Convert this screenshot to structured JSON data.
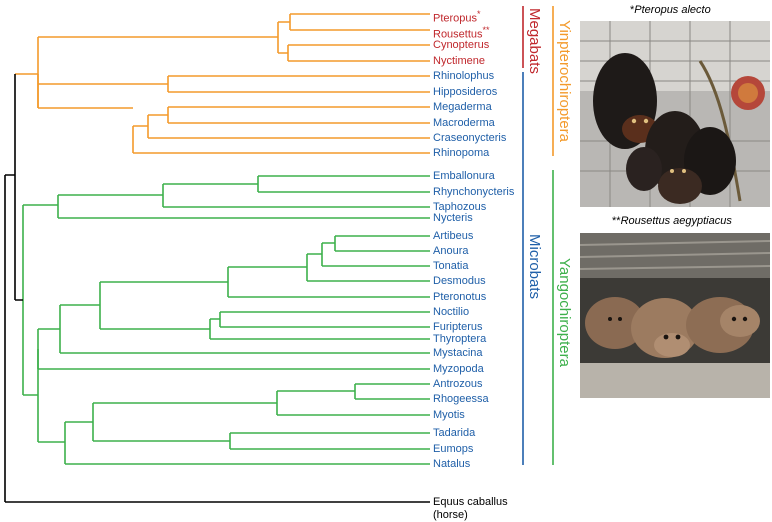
{
  "colors": {
    "megabat_text": "#c0282d",
    "microbat_text": "#1f5fa8",
    "yinpterochiroptera": "#f39a2b",
    "yangochiroptera": "#3db04b",
    "outgroup": "#000000"
  },
  "taxa": {
    "pteropus": "Pteropus",
    "pteropus_mark": "*",
    "rousettus": "Rousettus",
    "rousettus_mark": "**",
    "cynopterus": "Cynopterus",
    "nyctimene": "Nyctimene",
    "rhinolophus": "Rhinolophus",
    "hipposideros": "Hipposideros",
    "megaderma": "Megaderma",
    "macroderma": "Macroderma",
    "craseonycteris": "Craseonycteris",
    "rhinopoma": "Rhinopoma",
    "emballonura": "Emballonura",
    "rhynchonycteris": "Rhynchonycteris",
    "taphozous": "Taphozous",
    "nycteris": "Nycteris",
    "artibeus": "Artibeus",
    "anoura": "Anoura",
    "tonatia": "Tonatia",
    "desmodus": "Desmodus",
    "pteronotus": "Pteronotus",
    "noctilio": "Noctilio",
    "furipterus": "Furipterus",
    "thyroptera": "Thyroptera",
    "mystacina": "Mystacina",
    "myzopoda": "Myzopoda",
    "antrozous": "Antrozous",
    "rhogeessa": "Rhogeessa",
    "myotis": "Myotis",
    "tadarida": "Tadarida",
    "eumops": "Eumops",
    "natalus": "Natalus",
    "equus": "Equus caballus",
    "horse": "(horse)"
  },
  "groups": {
    "megabats": "Megabats",
    "microbats": "Microbats",
    "yinpterochiroptera": "Yinpterochiroptera",
    "yangochiroptera": "Yangochiroptera"
  },
  "photos": {
    "top_caption_mark": "*",
    "top_caption": "Pteropus alecto",
    "bottom_caption_mark": "**",
    "bottom_caption": "Rousettus aegyptiacus"
  }
}
